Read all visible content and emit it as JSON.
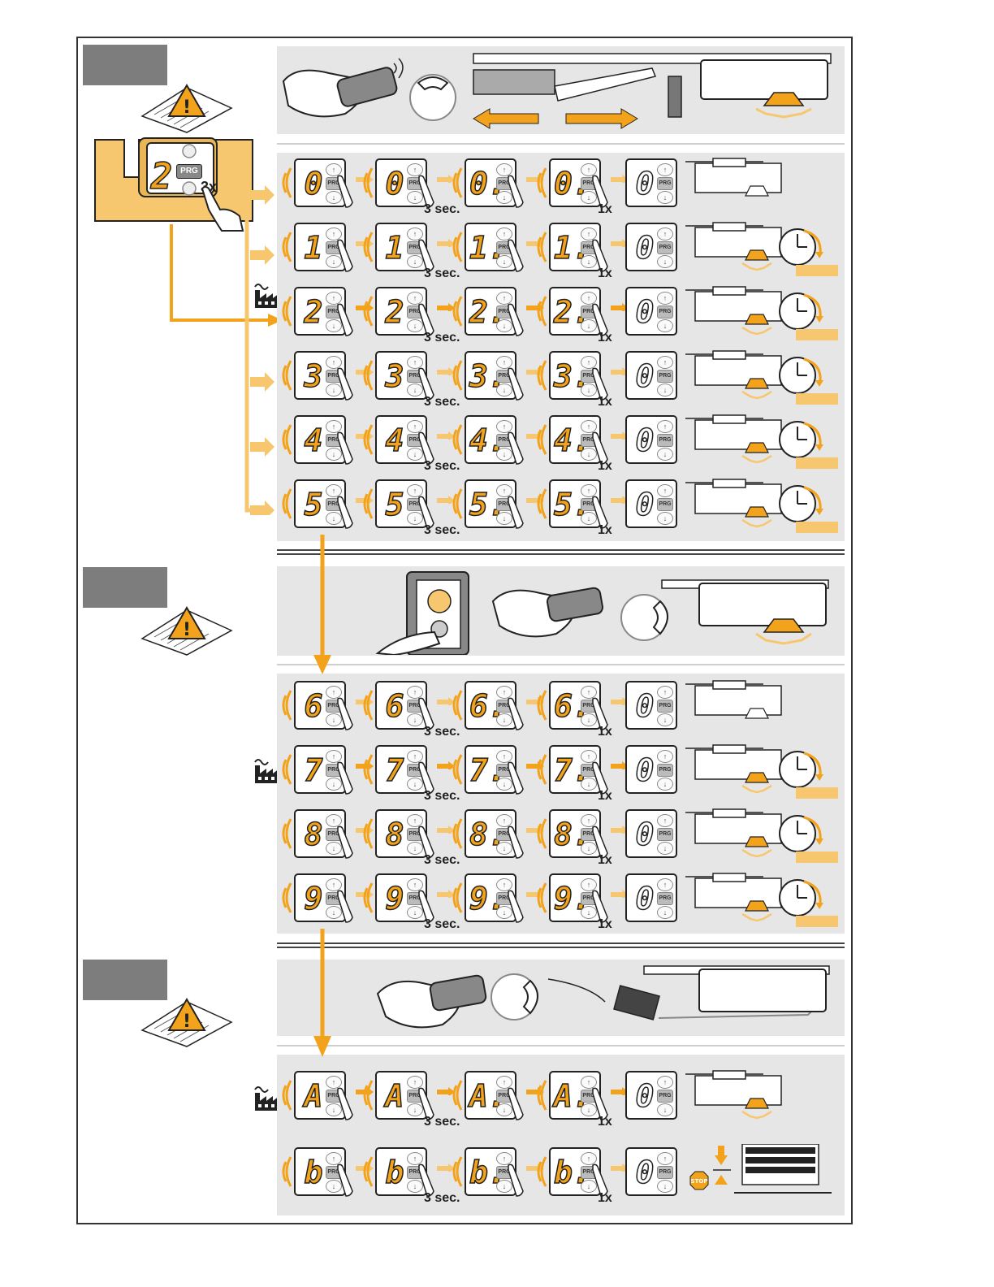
{
  "steps": {
    "step1_label": "",
    "step2_label": "",
    "step3_label": ""
  },
  "intro": {
    "display_digit": "2",
    "prg_label": "PRG",
    "press_count": "3x"
  },
  "labels": {
    "hold": "3 sec.",
    "press_once": "1x",
    "prg": "PRG",
    "final_digit": "0",
    "stop": "STOP"
  },
  "block1": [
    {
      "code": "0",
      "factory": false,
      "light": "off",
      "timer": false
    },
    {
      "code": "1",
      "factory": false,
      "light": "on",
      "timer": true
    },
    {
      "code": "2",
      "factory": true,
      "light": "on",
      "timer": true
    },
    {
      "code": "3",
      "factory": false,
      "light": "on",
      "timer": true
    },
    {
      "code": "4",
      "factory": false,
      "light": "on",
      "timer": true
    },
    {
      "code": "5",
      "factory": false,
      "light": "on",
      "timer": true
    }
  ],
  "block2": [
    {
      "code": "6",
      "factory": false,
      "light": "off",
      "timer": false
    },
    {
      "code": "7",
      "factory": true,
      "light": "on",
      "timer": true
    },
    {
      "code": "8",
      "factory": false,
      "light": "on",
      "timer": true
    },
    {
      "code": "9",
      "factory": false,
      "light": "on",
      "timer": true
    }
  ],
  "block3": [
    {
      "code": "A",
      "factory": true,
      "light": "on",
      "timer": false
    },
    {
      "code": "b",
      "factory": false,
      "light": "stop",
      "timer": false
    }
  ],
  "colors": {
    "accent": "#f2a31b",
    "accent_light": "#f6c76e",
    "panel": "#e6e6e6",
    "step_label": "#7d7d7d"
  }
}
